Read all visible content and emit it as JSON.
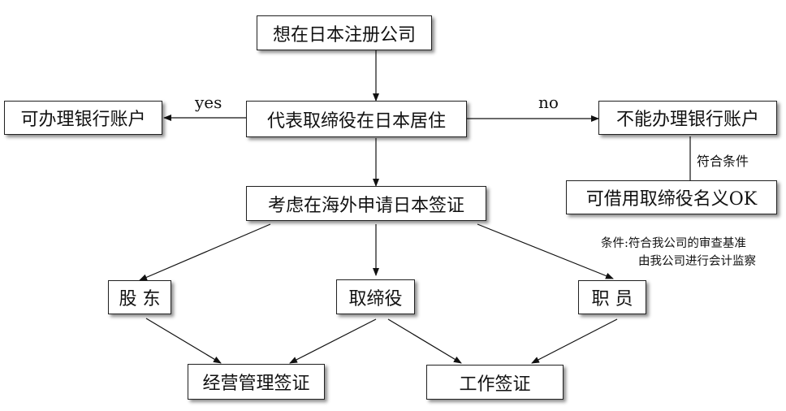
{
  "nodes": {
    "start": "想在日本注册公司",
    "director_resident": "代表取缔役在日本居住",
    "can_open_account": "可办理银行账户",
    "cannot_open_account": "不能办理银行账户",
    "borrow_name": "可借用取缔役名义OK",
    "overseas_visa": "考虑在海外申请日本签证",
    "shareholder": "股 东",
    "director": "取缔役",
    "employee": "职 员",
    "business_visa": "经营管理签证",
    "work_visa": "工作签证"
  },
  "edge_labels": {
    "yes": "yes",
    "no": "no",
    "meets_conditions": "符合条件"
  },
  "note": {
    "line1": "条件:符合我公司的审查基准",
    "line2": "由我公司进行会计监察"
  }
}
